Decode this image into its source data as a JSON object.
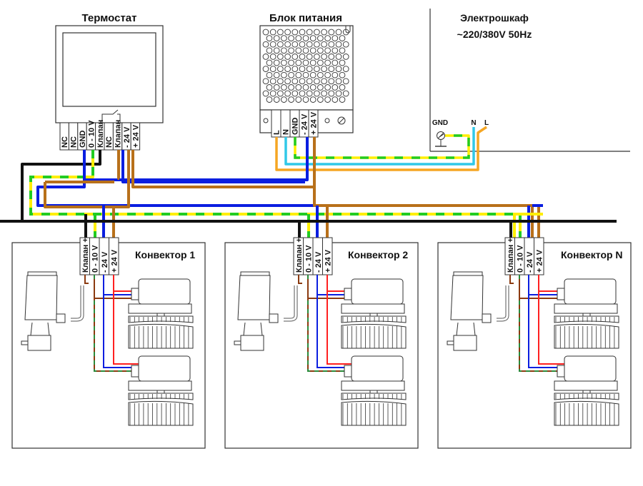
{
  "thermostat": {
    "title": "Термостат",
    "terminals": [
      "NC",
      "NC",
      "GND",
      "0 - 10 V",
      "Клапан",
      "NC",
      "Клапан",
      "- 24 V",
      "+ 24 V"
    ]
  },
  "power_supply": {
    "title": "Блок питания",
    "terminals": [
      "L",
      "N",
      "GND",
      "- 24 V",
      "+ 24 V"
    ]
  },
  "cabinet": {
    "title": "Электрошкаф",
    "subtitle": "~220/380V 50Hz",
    "terminals": {
      "gnd": "GND",
      "n": "N",
      "l": "L"
    }
  },
  "convectors": [
    {
      "title": "Конвектор 1",
      "terminals": [
        "Клапан +",
        "0 - 10 V",
        "- 24 V",
        "+ 24 V"
      ]
    },
    {
      "title": "Конвектор 2",
      "terminals": [
        "Клапан +",
        "0 - 10 V",
        "- 24 V",
        "+ 24 V"
      ]
    },
    {
      "title": "Конвектор N",
      "terminals": [
        "Клапан +",
        "0 - 10 V",
        "- 24 V",
        "+ 24 V"
      ]
    }
  ],
  "wire_colors": {
    "black": "#111111",
    "yellow": "#ffee00",
    "green": "#22cc22",
    "blue": "#0a1ee0",
    "brown": "#b8701a",
    "orange": "#f5a623",
    "cyan": "#30c8e8",
    "red": "#ff2020",
    "dark_brown": "#8b3a10",
    "dark_green": "#2a8a3a"
  }
}
